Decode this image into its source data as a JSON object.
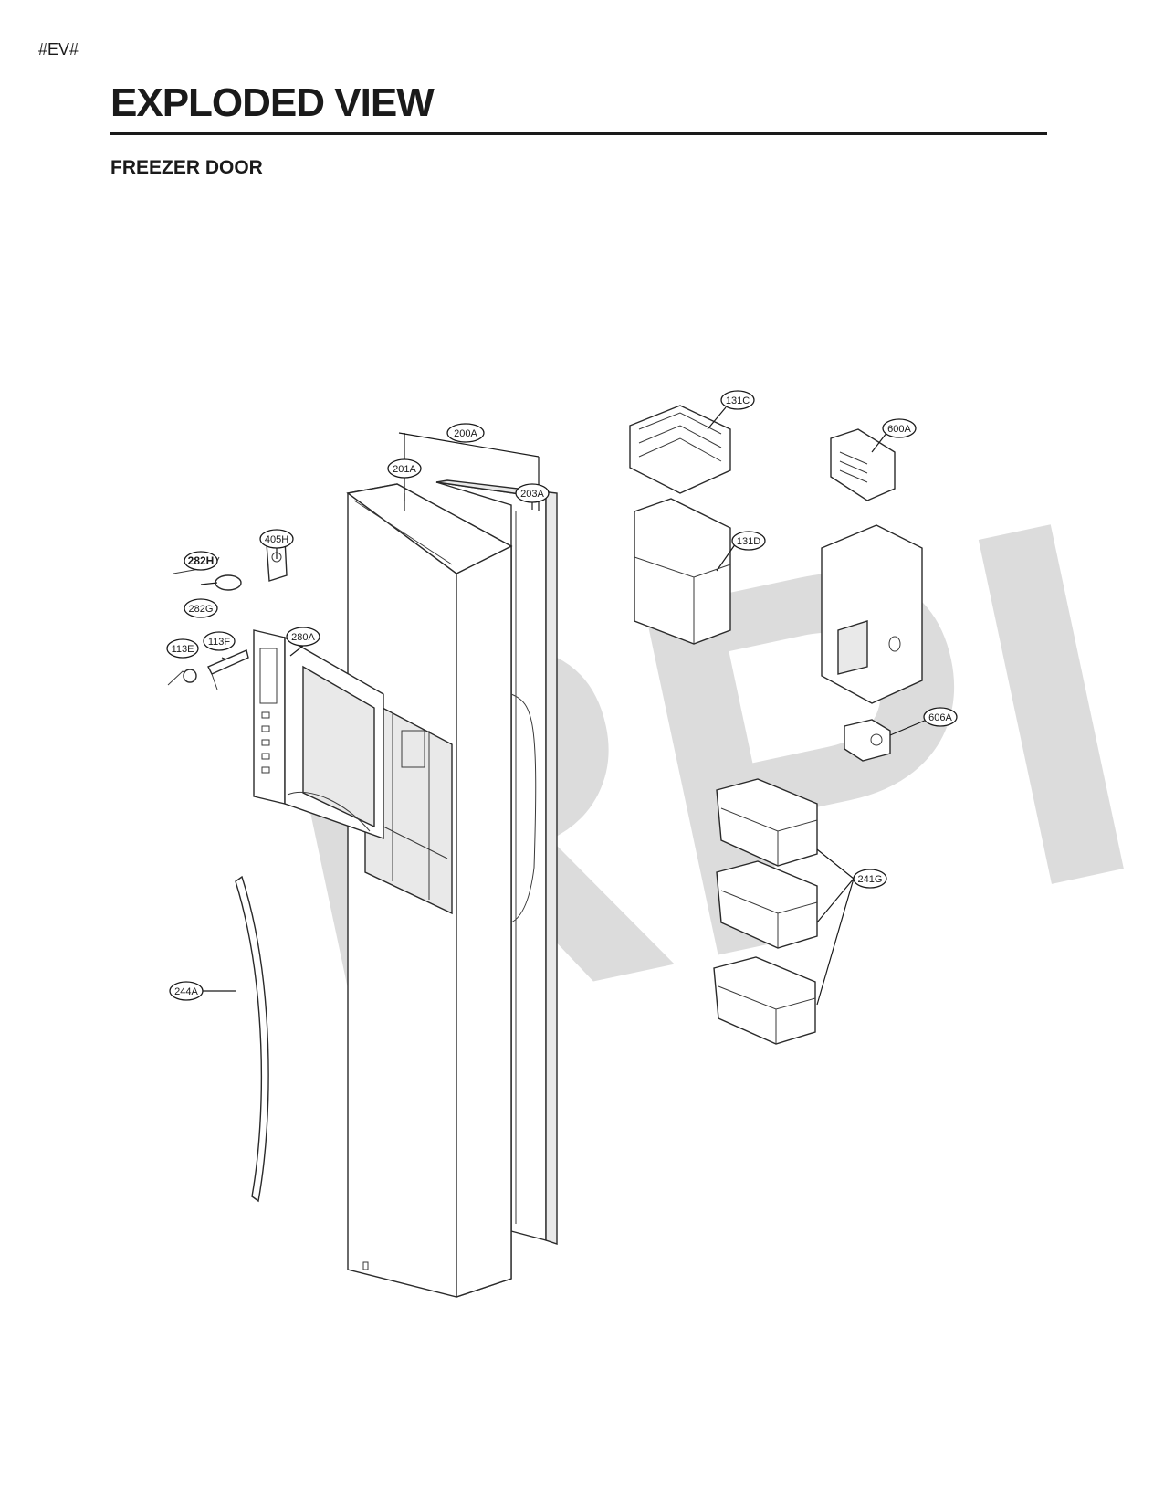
{
  "header": {
    "tag": "#EV#",
    "title": "EXPLODED VIEW",
    "section": "FREEZER DOOR"
  },
  "watermark": "RPI",
  "callouts": [
    {
      "id": "200A",
      "label": "200A"
    },
    {
      "id": "201A",
      "label": "201A"
    },
    {
      "id": "203A",
      "label": "203A"
    },
    {
      "id": "131C",
      "label": "131C"
    },
    {
      "id": "131D",
      "label": "131D"
    },
    {
      "id": "600A",
      "label": "600A"
    },
    {
      "id": "606A",
      "label": "606A"
    },
    {
      "id": "405H",
      "label": "405H"
    },
    {
      "id": "282H",
      "label": "282H"
    },
    {
      "id": "282G",
      "label": "282G"
    },
    {
      "id": "280A",
      "label": "280A"
    },
    {
      "id": "113E",
      "label": "113E"
    },
    {
      "id": "113F",
      "label": "113F"
    },
    {
      "id": "241G",
      "label": "241G"
    },
    {
      "id": "244A",
      "label": "244A"
    }
  ]
}
